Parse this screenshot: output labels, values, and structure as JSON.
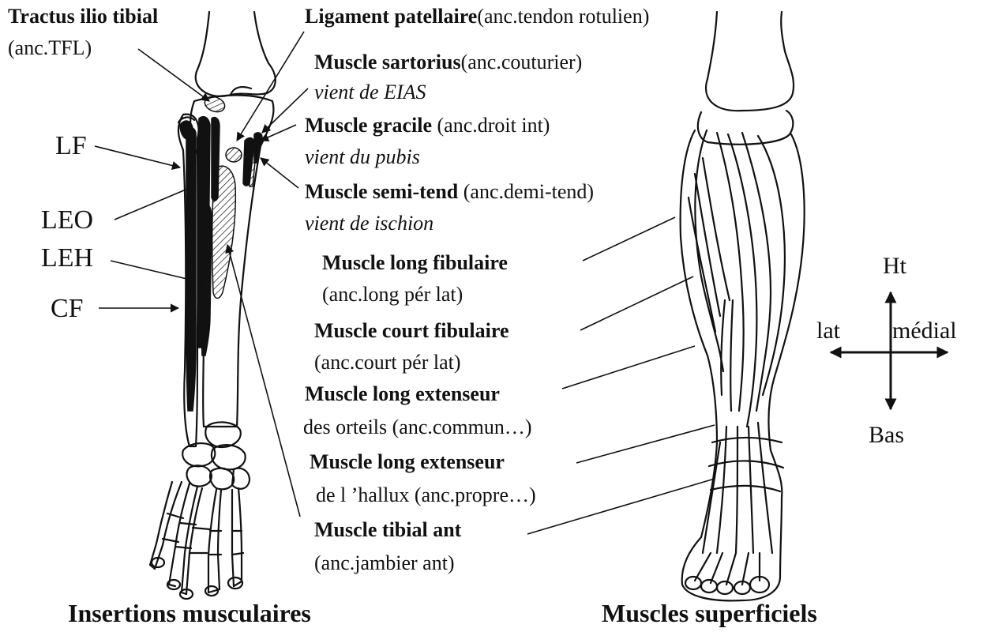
{
  "left_abbreviations": {
    "lf": "LF",
    "leo": "LEO",
    "leh": "LEH",
    "cf": "CF"
  },
  "tractus": {
    "name": "Tractus ilio tibial",
    "old": "(anc.TFL)"
  },
  "labels": [
    {
      "name": "Ligament patellaire",
      "old": "(anc.tendon rotulien)"
    },
    {
      "name": "Muscle sartorius",
      "old": "(anc.couturier)",
      "origin": "vient de EIAS"
    },
    {
      "name": "Muscle gracile",
      "old": " (anc.droit int)",
      "origin": "vient du pubis"
    },
    {
      "name": "Muscle semi-tend",
      "old": " (anc.demi-tend)",
      "origin": "vient de ischion"
    },
    {
      "name": "Muscle long fibulaire",
      "old": "(anc.long pér lat)"
    },
    {
      "name": "Muscle court fibulaire",
      "old": "(anc.court pér lat)"
    },
    {
      "name": "Muscle long extenseur",
      "old": "des orteils (anc.commun…)"
    },
    {
      "name": "Muscle long extenseur",
      "old": "de l ’hallux (anc.propre…)"
    },
    {
      "name": "Muscle tibial ant",
      "old": "(anc.jambier ant)"
    }
  ],
  "orientation": {
    "up": "Ht",
    "down": "Bas",
    "left": "lat",
    "right": "médial"
  },
  "captions": {
    "left": "Insertions musculaires",
    "right": "Muscles superficiels"
  },
  "colors": {
    "ink": "#111111",
    "background": "#ffffff"
  }
}
